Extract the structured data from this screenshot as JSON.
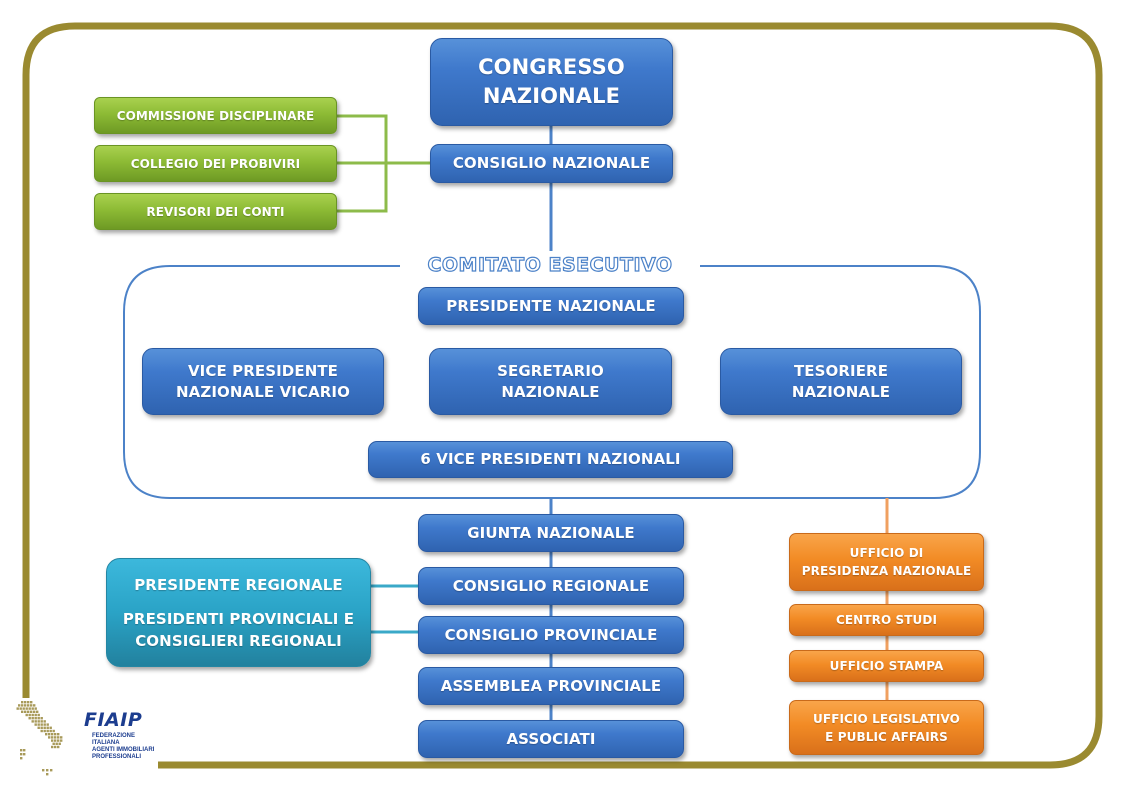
{
  "colors": {
    "frame": "#9a8a30",
    "blue_box": "#3f79cc",
    "green_box": "#8dbb35",
    "orange_box": "#f28b25",
    "teal_box": "#2aa3c6",
    "blue_line": "#4c82c8",
    "green_line": "#8dbb4a",
    "orange_line": "#f0a060",
    "teal_line": "#3aa9c8"
  },
  "top": {
    "congresso": [
      "CONGRESSO",
      "NAZIONALE"
    ],
    "consiglio_nazionale": "CONSIGLIO NAZIONALE"
  },
  "control_bodies": [
    "COMMISSIONE DISCIPLINARE",
    "COLLEGIO DEI PROBIVIRI",
    "REVISORI DEI CONTI"
  ],
  "comitato": {
    "title": "COMITATO ESECUTIVO",
    "presidente": "PRESIDENTE NAZIONALE",
    "vice_vicario": [
      "VICE PRESIDENTE",
      "NAZIONALE VICARIO"
    ],
    "segretario": [
      "SEGRETARIO",
      "NAZIONALE"
    ],
    "tesoriere": [
      "TESORIERE",
      "NAZIONALE"
    ],
    "vice_presidenti": "6 VICE PRESIDENTI NAZIONALI"
  },
  "chain": [
    "GIUNTA NAZIONALE",
    "CONSIGLIO REGIONALE",
    "CONSIGLIO PROVINCIALE",
    "ASSEMBLEA PROVINCIALE",
    "ASSOCIATI"
  ],
  "regional": {
    "line1": "PRESIDENTE REGIONALE",
    "line2": [
      "PRESIDENTI PROVINCIALI E",
      "CONSIGLIERI REGIONALI"
    ]
  },
  "offices": {
    "presidenza": [
      "UFFICIO DI",
      "PRESIDENZA NAZIONALE"
    ],
    "centro_studi": "CENTRO STUDI",
    "stampa": "UFFICIO STAMPA",
    "legislativo": [
      "UFFICIO LEGISLATIVO",
      "E PUBLIC AFFAIRS"
    ]
  },
  "logo": {
    "name": "FIAIP",
    "subtitle": [
      "FEDERAZIONE ITALIANA",
      "AGENTI IMMOBILIARI",
      "PROFESSIONALI"
    ]
  }
}
